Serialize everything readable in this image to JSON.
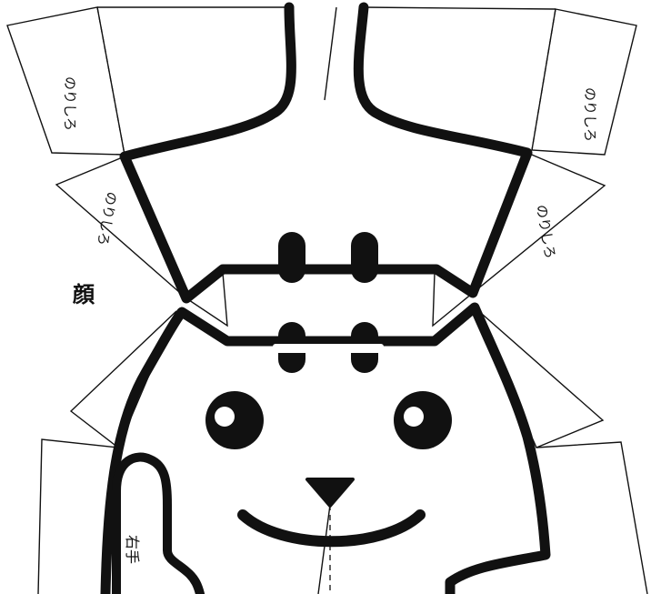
{
  "labels": {
    "part_name": "顔",
    "glue_tab": "のりしろ",
    "right_hand": "右手"
  },
  "colors": {
    "ink": "#111111",
    "paper": "#ffffff"
  }
}
